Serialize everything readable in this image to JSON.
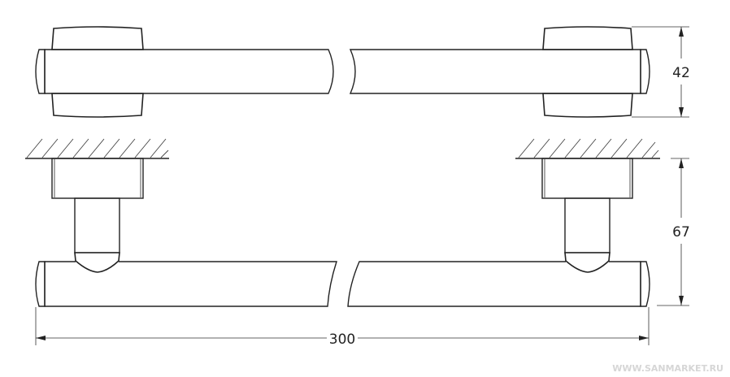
{
  "drawing": {
    "dimensions": {
      "depth_top": "42",
      "projection": "67",
      "length": "300"
    },
    "watermark": "WWW.SANMARKET.RU"
  },
  "colors": {
    "line": "#222222",
    "watermark": "#d6d6d6"
  }
}
